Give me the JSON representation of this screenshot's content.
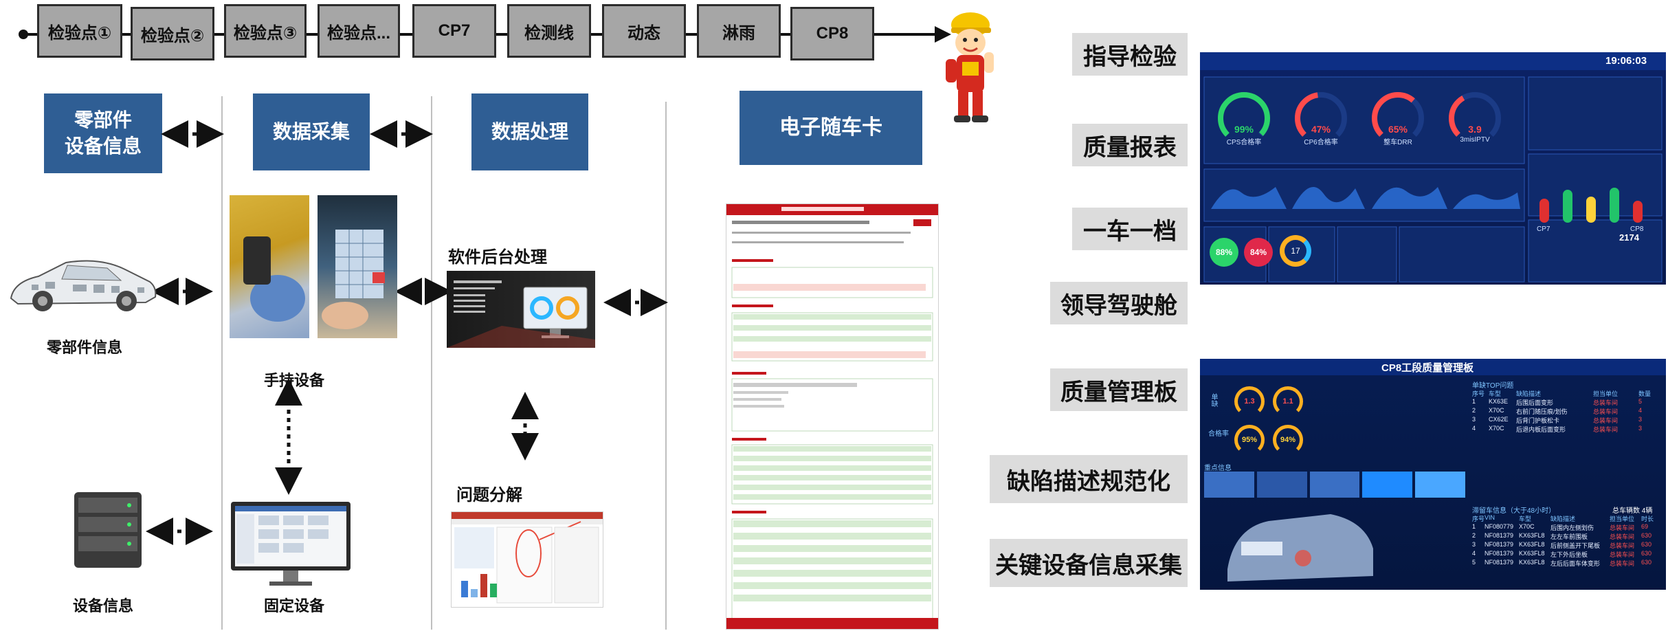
{
  "flow": {
    "steps": [
      "检验点①",
      "检验点②",
      "检验点③",
      "检验点...",
      "CP7",
      "检测线",
      "动态",
      "淋雨",
      "CP8"
    ]
  },
  "stages": {
    "parts": "零部件\n设备信息",
    "collect": "数据采集",
    "process": "数据处理",
    "card": "电子随车卡"
  },
  "captions": {
    "parts_info": "零部件信息",
    "handheld": "手持设备",
    "device_info": "设备信息",
    "fixed": "固定设备",
    "backend": "软件后台处理",
    "decompose": "问题分解"
  },
  "right_labels": [
    "指导检验",
    "质量报表",
    "一车一档",
    "领导驾驶舱",
    "质量管理板",
    "缺陷描述规范化",
    "关键设备信息采集"
  ],
  "dashboard1": {
    "time": "19:06:03",
    "gauges": [
      {
        "value": "99%",
        "label": "CPS合格率",
        "color": "#2bd46a",
        "level": 0.99
      },
      {
        "value": "47%",
        "label": "CP6合格率",
        "color": "#ff4b4b",
        "level": 0.47
      },
      {
        "value": "65%",
        "label": "整车DRR",
        "color": "#ff4b4b",
        "level": 0.65
      },
      {
        "value": "3.9",
        "label": "3misIPTV",
        "color": "#ff4b4b",
        "level": 0.39
      }
    ],
    "rings": [
      {
        "value": "88%",
        "color": "#2bd46a"
      },
      {
        "value": "84%",
        "color": "#e0284a"
      }
    ],
    "donut_value": "17",
    "big_number": "2174",
    "bars": [
      {
        "label": "CP7",
        "value": 0.55,
        "color": "#e03030"
      },
      {
        "label": "",
        "value": 0.75,
        "color": "#22c46a"
      },
      {
        "label": "",
        "value": 0.6,
        "color": "#ffd23a"
      },
      {
        "label": "",
        "value": 0.8,
        "color": "#22c46a"
      },
      {
        "label": "CP8",
        "value": 0.5,
        "color": "#e03030"
      }
    ]
  },
  "dashboard2": {
    "title": "CP8工段质量管理板",
    "top_section": "单缺TOP问题",
    "table_header": [
      "序号",
      "车型",
      "缺陷描述",
      "担当单位",
      "数量"
    ],
    "top_rows": [
      [
        "1",
        "KX63E",
        "后围后面变形",
        "总装车间",
        "5"
      ],
      [
        "2",
        "X70C",
        "右前门随压痕/划伤",
        "总装车间",
        "4"
      ],
      [
        "3",
        "CX62E",
        "后背门护板松卡",
        "总装车间",
        "3"
      ],
      [
        "4",
        "X70C",
        "后退内板后面变形",
        "总装车间",
        "3"
      ]
    ],
    "key_section": "重点信息",
    "stay_section": "滞留车信息（大于48小时）",
    "stay_count": "总车辆数 4辆",
    "stay_header": [
      "序号",
      "VIN",
      "车型",
      "缺陷描述",
      "担当单位",
      "时长"
    ],
    "stay_rows": [
      [
        "1",
        "NF080779",
        "X70C",
        "后围内左侧划伤",
        "总装车间",
        "69"
      ],
      [
        "2",
        "NF081379",
        "KX63FL8",
        "左左车前围板",
        "总装车间",
        "630"
      ],
      [
        "3",
        "NF081379",
        "KX63FL8",
        "后前侧盖开下尾板",
        "总装车间",
        "630"
      ],
      [
        "4",
        "NF081379",
        "KX63FL8",
        "左下外后坐板",
        "总装车间",
        "630"
      ],
      [
        "5",
        "NF081379",
        "KX63FL8",
        "左后后面车体变形",
        "总装车间",
        "630"
      ]
    ],
    "left_labels": [
      "单缺",
      "合格率"
    ],
    "gauge_values": [
      "1.3",
      "1.1",
      "95%",
      "94%"
    ]
  }
}
